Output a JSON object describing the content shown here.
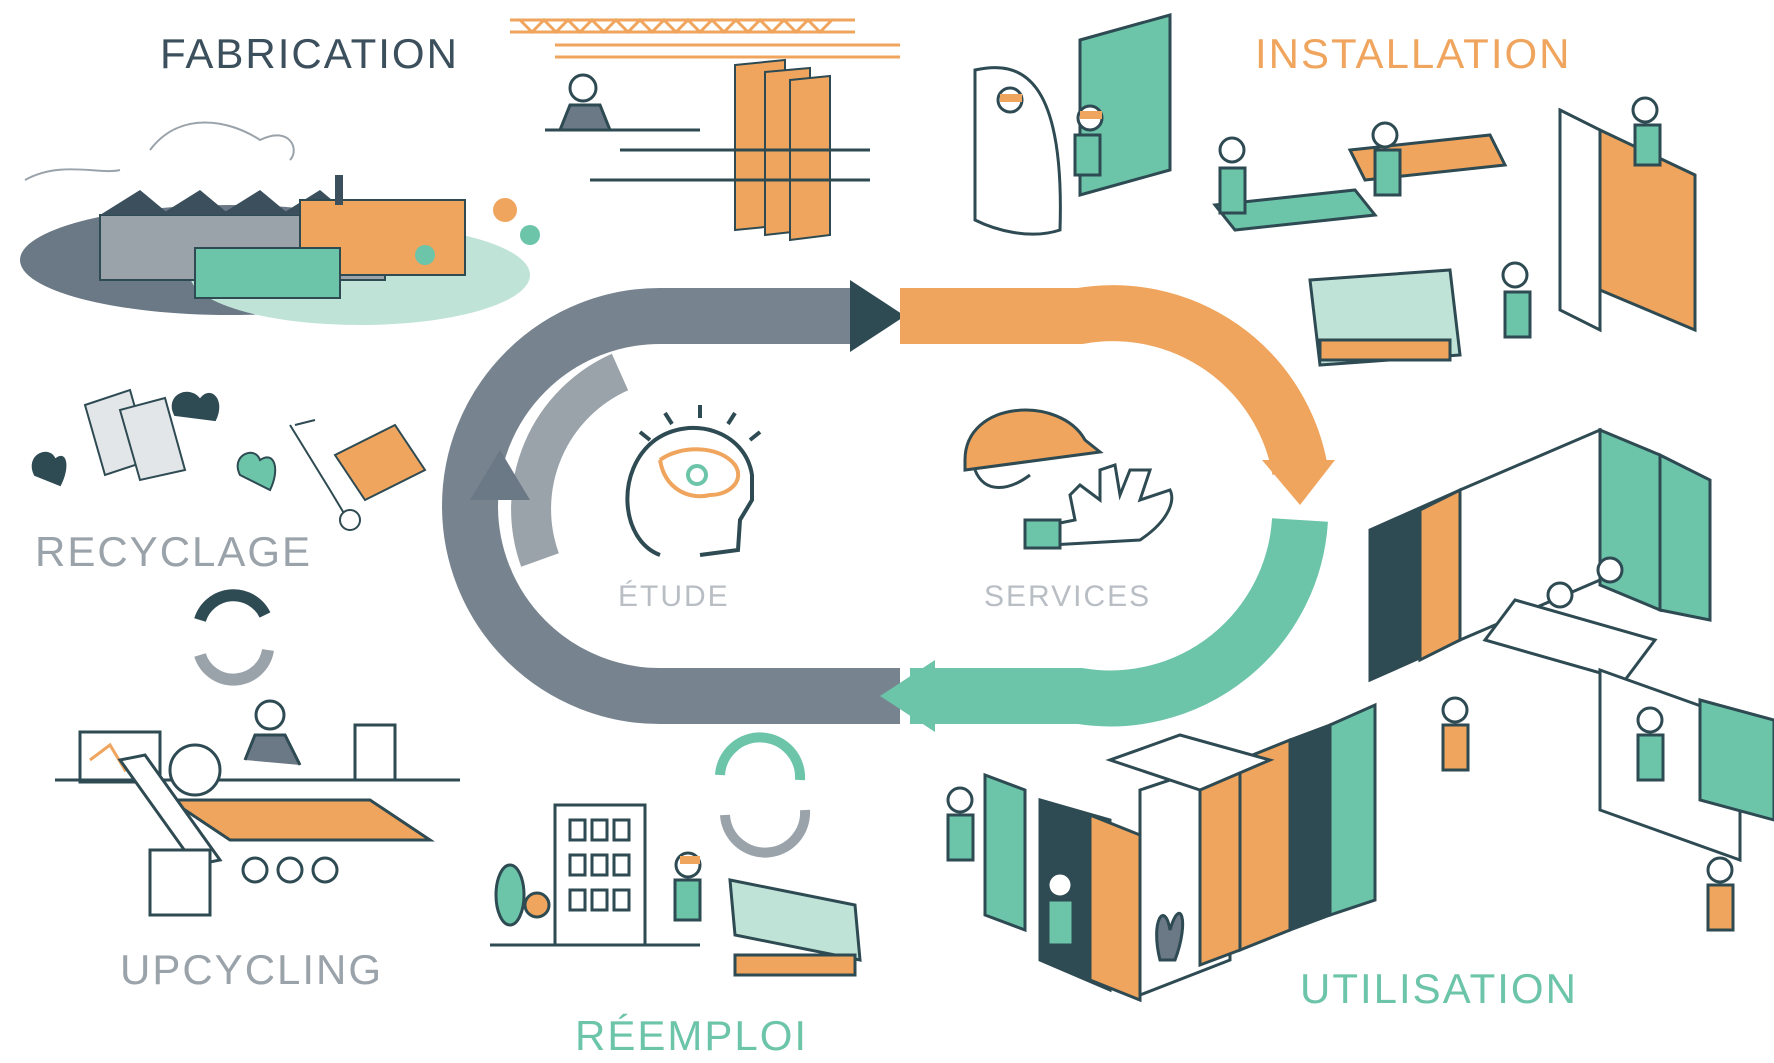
{
  "labels": {
    "fabrication": "FABRICATION",
    "installation": "INSTALLATION",
    "recyclage": "RECYCLAGE",
    "upcycling": "UPCYCLING",
    "reemploi": "RÉEMPLOI",
    "utilisation": "UTILISATION",
    "etude": "ÉTUDE",
    "services": "SERVICES"
  },
  "colors": {
    "navy": "#3b4f5c",
    "slate": "#6b7885",
    "grey": "#9aa2aa",
    "orange": "#f0a55e",
    "teal": "#6cc4a9",
    "dark_teal": "#2e4a52"
  },
  "icons": [
    "factory-icon",
    "crane-icon",
    "panel-icon",
    "worker-icon",
    "idea-head-icon",
    "helmet-icon",
    "glove-icon",
    "recycle-arrows-icon",
    "leaf-icon",
    "hand-truck-icon",
    "building-icon",
    "tree-icon",
    "meeting-room-icon",
    "cutting-machine-icon"
  ]
}
